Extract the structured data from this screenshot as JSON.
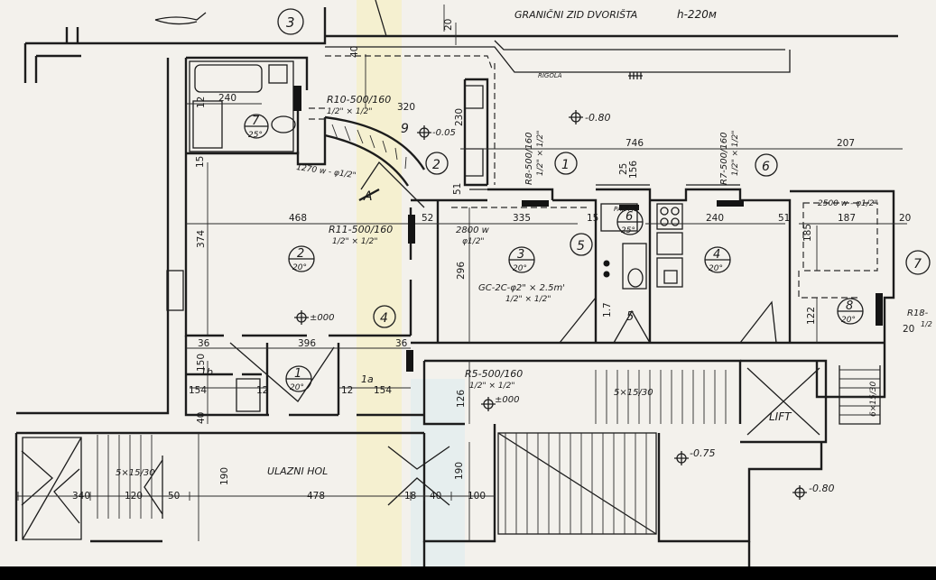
{
  "header_note": "GRANIČNI ZID DVORIŠTA",
  "header_note_height": "h-220м",
  "gravel_label": "RIGOLA",
  "section_mark": "A",
  "level_marks": [
    "-0.80",
    "-0.05",
    "±000",
    "±000",
    "-0.75",
    "-0.80"
  ],
  "radiators": [
    {
      "code": "R10-500/160",
      "pipe": "1/2\" × 1/2\""
    },
    {
      "code": "R11-500/160",
      "pipe": "1/2\" × 1/2\""
    },
    {
      "code": "R8-500/160",
      "pipe": "1/2\" × 1/2\""
    },
    {
      "code": "R7-500/160",
      "pipe": "1/2\" × 1/2\""
    },
    {
      "code": "R5-500/160",
      "pipe": "1/2\" × 1/2\""
    },
    {
      "code": "R18-",
      "pipe": "1/2"
    }
  ],
  "pipes": [
    {
      "text": "1270 w - φ1/2\""
    },
    {
      "text": "2800 w",
      "sub": "φ1/2\""
    },
    {
      "text": "2500 w - φ1/2\""
    },
    {
      "text": "GC-2C-φ2\" × 2.5m'",
      "sub": "1/2\" × 1/2\""
    }
  ],
  "rooms": [
    {
      "num": "7",
      "temp": "25°"
    },
    {
      "num": "2",
      "temp": "20°"
    },
    {
      "num": "3",
      "temp": "20°"
    },
    {
      "num": "6",
      "temp": "25°"
    },
    {
      "num": "4",
      "temp": "20°"
    },
    {
      "num": "8",
      "temp": "20°"
    },
    {
      "num": "1",
      "temp": "20°"
    }
  ],
  "plain_numbers": [
    "3",
    "9",
    "2",
    "1",
    "6",
    "5",
    "4",
    "7",
    "5"
  ],
  "sub_labels": [
    "1b",
    "1a",
    "PAR MO"
  ],
  "hall_label": "ULAZNI HOL",
  "lift_label": "LIFT",
  "stairs": [
    "5×15/30",
    "5×15/30",
    "6×15/30"
  ],
  "dimensions": [
    "240",
    "320",
    "230",
    "746",
    "207",
    "15",
    "468",
    "374",
    "52",
    "335",
    "15",
    "240",
    "51",
    "187",
    "20",
    "51",
    "296",
    "25",
    "156",
    "185",
    "122",
    "20",
    "36",
    "396",
    "36",
    "150",
    "154",
    "12",
    "12",
    "154",
    "40",
    "126",
    "190",
    "340",
    "120",
    "50",
    "478",
    "18",
    "40",
    "100",
    "190",
    "20",
    "40",
    "12",
    "1.7"
  ]
}
